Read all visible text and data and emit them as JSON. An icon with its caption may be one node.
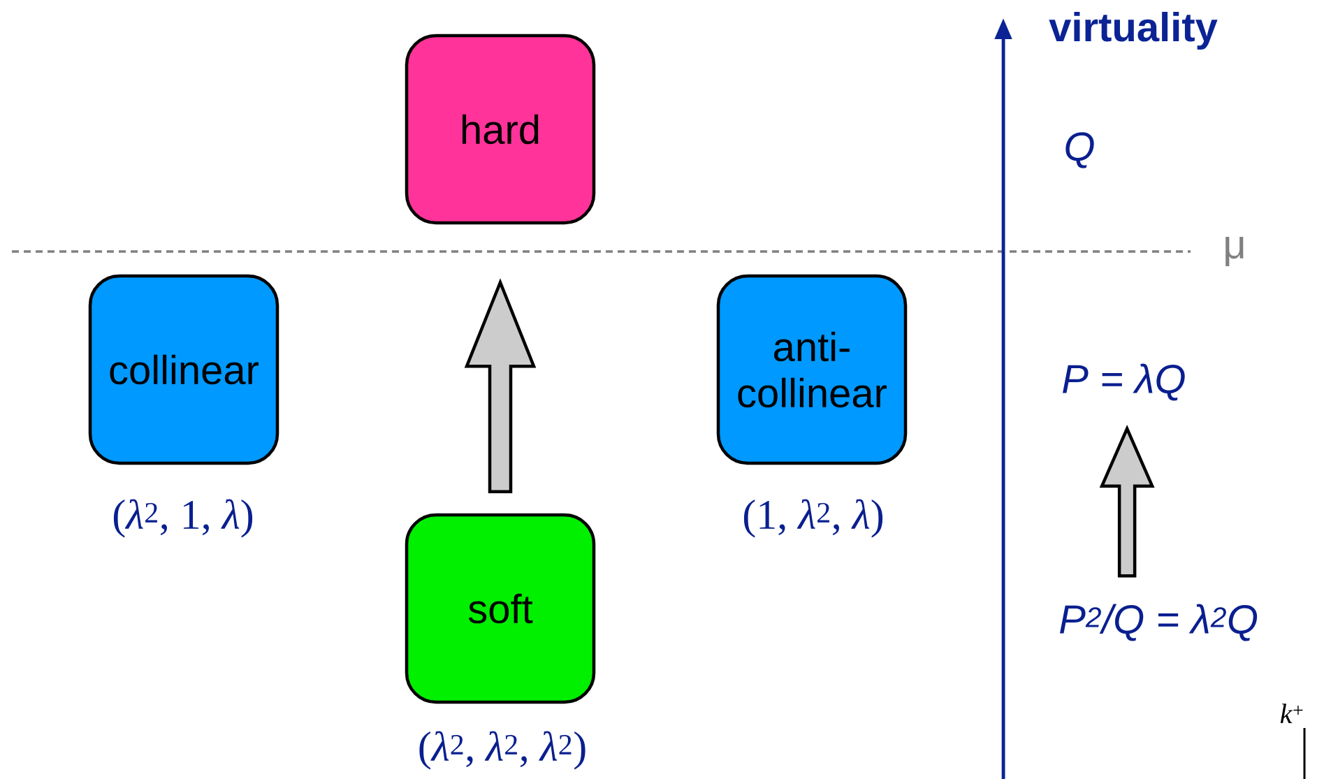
{
  "diagram": {
    "nodes": [
      {
        "text": [
          "hard"
        ]
      },
      {
        "text": [
          "collinear"
        ],
        "beside": [
          "(*λ*$^{2}$, 1, *λ*)"
        ]
      },
      {
        "text": [
          "anti-collinear"
        ],
        "beside": [
          "(1, *λ*$^{2}$, *λ*)"
        ]
      },
      {
        "text": [
          "soft"
        ],
        "beside": [
          "(*λ*$^{2}$, *λ*$^{2}$, *λ*$^{2}$)"
        ]
      },
      {
        "text": [
          "P = λQ"
        ]
      },
      {
        "text": [
          "P$^{2}$/Q = λ$^{2}$Q"
        ]
      }
    ],
    "edges": [
      {
        "from": 3,
        "to": 0,
        "arrow": "to"
      },
      {
        "from": 5,
        "to": 4,
        "arrow": "to"
      }
    ],
    "labels": [
      "virtuality",
      "Q",
      "μ",
      "*k*$^{+}$"
    ]
  }
}
